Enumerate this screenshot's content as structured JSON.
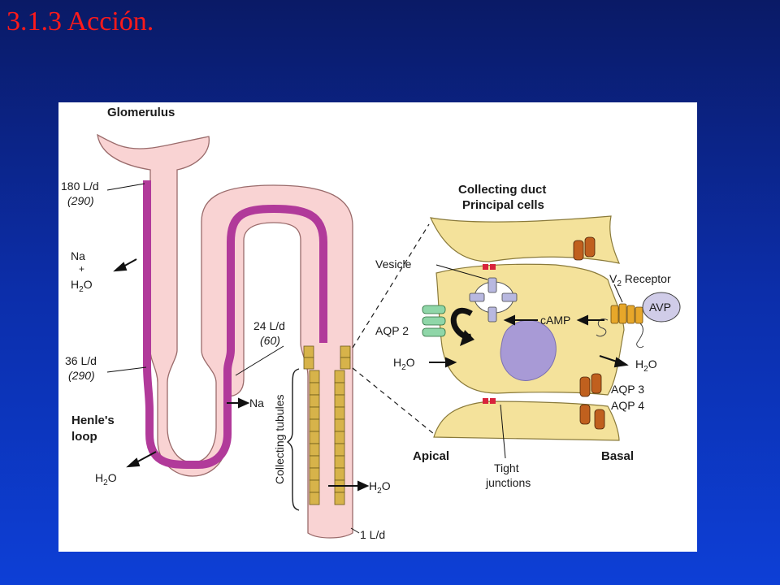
{
  "slide": {
    "title": "3.1.3 Acción."
  },
  "labels": {
    "glomerulus": "Glomerulus",
    "flow_180": "180 L/d",
    "osm_290_a": "(290)",
    "na": "Na",
    "plus": "+",
    "h2o_h": "H",
    "h2o_sub": "2",
    "h2o_o": "O",
    "flow_36": "36 L/d",
    "osm_290_b": "(290)",
    "henles_line1": "Henle's",
    "henles_line2": "loop",
    "flow_24": "24 L/d",
    "osm_60": "(60)",
    "na_out": "Na",
    "collecting_tubules": "Collecting tubules",
    "flow_1": "1 L/d",
    "cd_line1": "Collecting duct",
    "cd_line2": "Principal cells",
    "vesicle": "Vesicle",
    "v2_v": "V",
    "v2_sub": "2",
    "v2_rest": " Receptor",
    "aqp2": "AQP 2",
    "camp": "cAMP",
    "avp": "AVP",
    "aqp3": "AQP 3",
    "aqp4": "AQP 4",
    "apical": "Apical",
    "basal": "Basal",
    "tight1": "Tight",
    "tight2": "junctions"
  },
  "colors": {
    "background": "#0c2eaa",
    "title": "#ff1a1a",
    "tubule_fill": "#f9d3d3",
    "tubule_inner": "#b13a9a",
    "collecting_cell": "#d7b34a",
    "cell_fill": "#f4e29b",
    "nucleus": "#a89ad6",
    "aqp3_4_channel": "#c0601e",
    "aqp2_channel": "#8fd6a8",
    "v2_receptor": "#e7a72a",
    "avp": "#d0cce8",
    "tight_junction": "#d8233c"
  }
}
